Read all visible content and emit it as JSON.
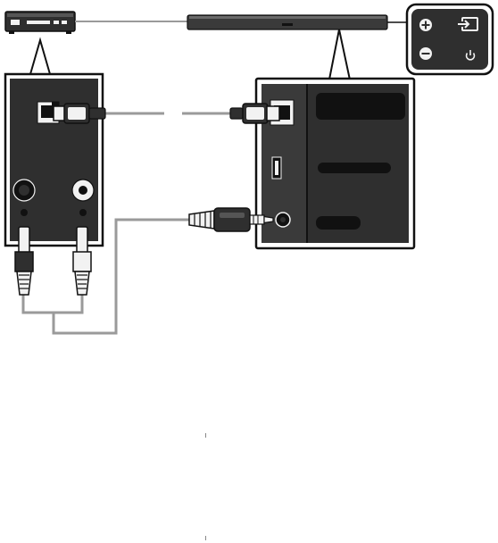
{
  "diagram": {
    "devices": {
      "source_device": {
        "icon": "av-receiver-icon"
      },
      "soundbar": {
        "icon": "soundbar-icon"
      },
      "remote_panel": {
        "buttons": [
          {
            "icon": "plus-icon",
            "symbol": "+"
          },
          {
            "icon": "input-source-icon"
          },
          {
            "icon": "minus-icon",
            "symbol": "−"
          },
          {
            "icon": "power-icon",
            "symbol": "⏻"
          }
        ]
      }
    },
    "cables": [
      {
        "name": "optical-cable",
        "connects": [
          "source-optical-out",
          "soundbar-optical-in"
        ]
      },
      {
        "name": "analog-cable",
        "connects": [
          "source-rca-left",
          "source-rca-right",
          "soundbar-aux-in"
        ]
      }
    ],
    "colors": {
      "panel_dark": "#2f2f2f",
      "panel_light": "#f2f2f2",
      "outline": "#1a1a1a",
      "cable_gray": "#9a9a9a",
      "label_black": "#111111"
    }
  }
}
